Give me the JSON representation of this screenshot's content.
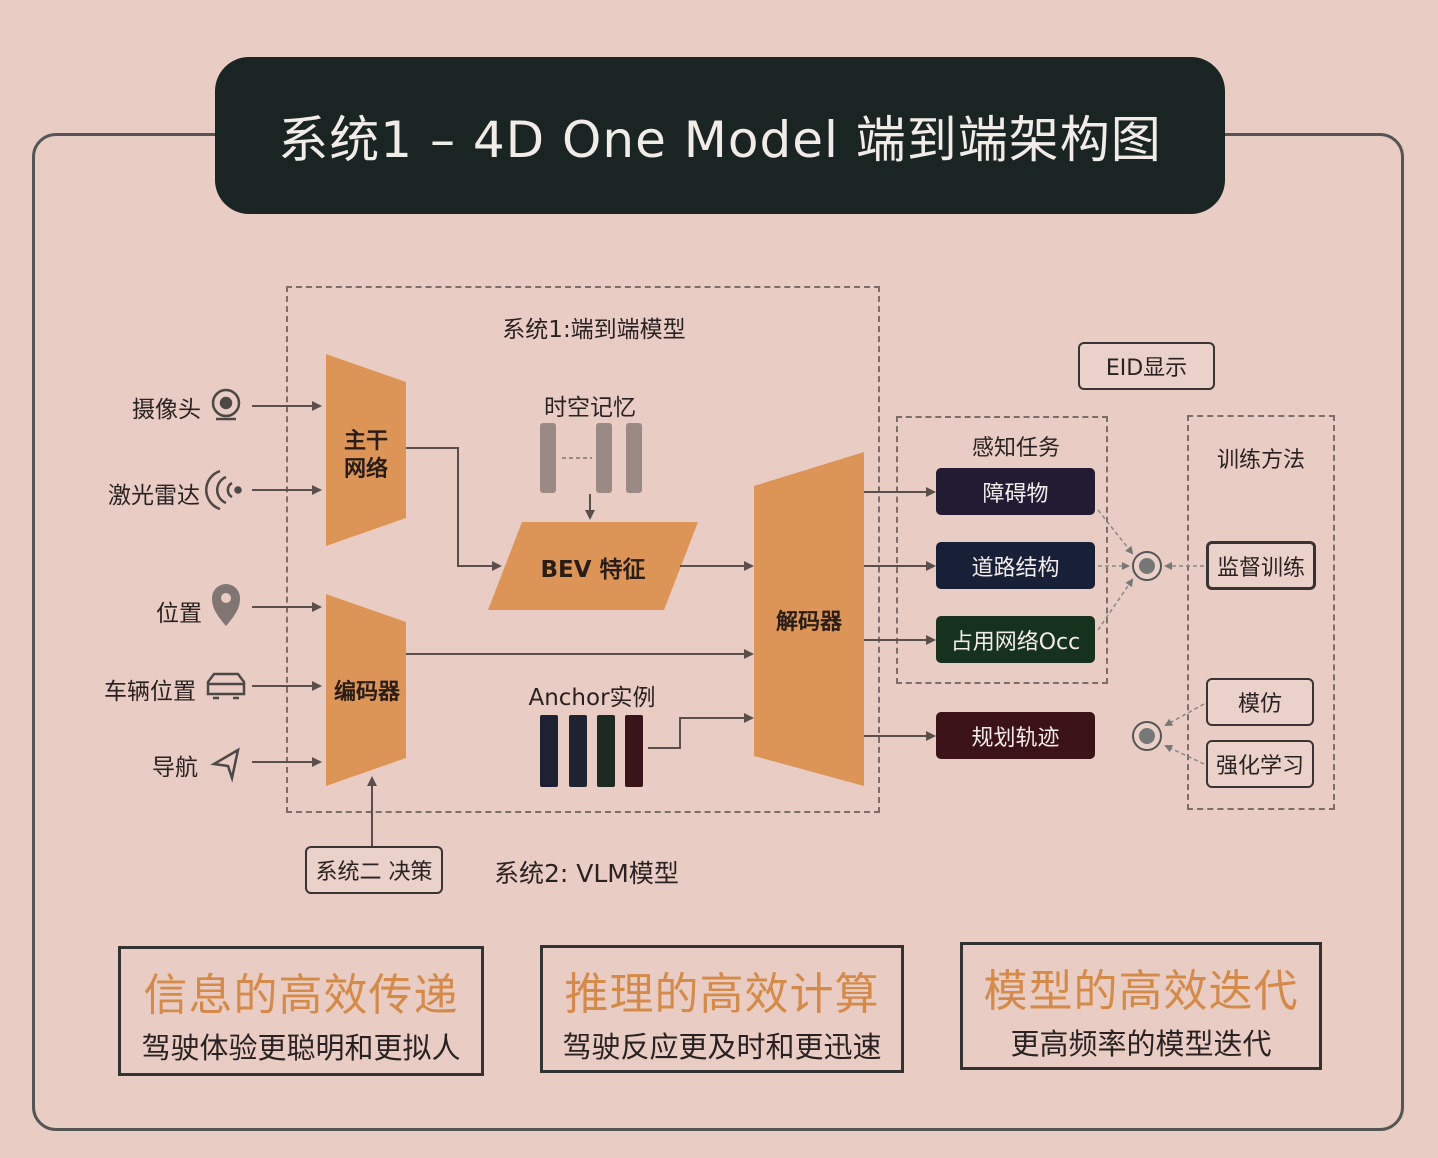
{
  "title": "系统1 – 4D One Model 端到端架构图",
  "system1_label": "系统1:端到端模型",
  "inputs": [
    "摄像头",
    "激光雷达",
    "位置",
    "车辆位置",
    "导航"
  ],
  "modules": {
    "backbone": "主干网络",
    "encoder": "编码器",
    "memory": "时空记忆",
    "bev": "BEV 特征",
    "anchor": "Anchor实例",
    "decoder": "解码器"
  },
  "eid_display": "EID显示",
  "perception": {
    "title": "感知任务",
    "tasks": [
      "障碍物",
      "道路结构",
      "占用网络Occ"
    ]
  },
  "planning": "规划轨迹",
  "training": {
    "title": "训练方法",
    "methods": [
      "监督训练",
      "模仿",
      "强化学习"
    ]
  },
  "system2_decision": "系统二 决策",
  "system2_label": "系统2: VLM模型",
  "highlights": [
    {
      "heading": "信息的高效传递",
      "sub": "驾驶体验更聪明和更拟人"
    },
    {
      "heading": "推理的高效计算",
      "sub": "驾驶反应更及时和更迅速"
    },
    {
      "heading": "模型的高效迭代",
      "sub": "更高频率的模型迭代"
    }
  ],
  "colors": {
    "background": "#e9cdc4",
    "module_orange": "#dc9556",
    "title_bar": "#1a2523",
    "obstacle_chip": "#221b33",
    "road_chip": "#172036",
    "occ_chip": "#17311f",
    "planning_chip": "#3a1217",
    "highlight_text": "#d48a48"
  },
  "icons": [
    "camera-icon",
    "lidar-icon",
    "location-pin-icon",
    "car-icon",
    "navigation-arrow-icon"
  ]
}
